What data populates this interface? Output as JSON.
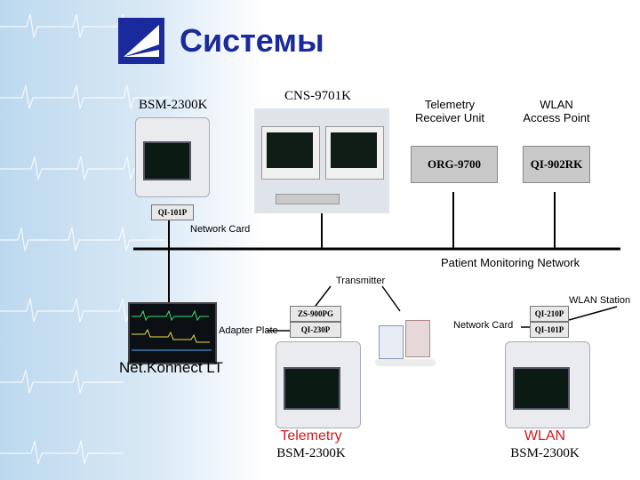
{
  "title": "Системы",
  "colors": {
    "title": "#1a2a9c",
    "red_label": "#d4181b",
    "network": "#000000"
  },
  "devices": {
    "bsm_top": "BSM-2300K",
    "cns": "CNS-9701K",
    "telemetry_receiver": "Telemetry\nReceiver Unit",
    "wlan_ap": "WLAN\nAccess Point",
    "org": "ORG-9700",
    "qi902": "QI-902RK",
    "qi101_top": "QI-101P",
    "network_card_top": "Network Card",
    "patient_network": "Patient Monitoring Network",
    "transmitter": "Transmitter",
    "wlan_station": "WLAN Station",
    "zs": "ZS-900PG",
    "qi230": "QI-230P",
    "adapter_plate": "Adapter Plate",
    "qi210": "QI-210P",
    "qi101_bottom": "QI-101P",
    "network_card_bottom": "Network Card",
    "netkonnect": "Net.Konnect LT",
    "telemetry_label": "Telemetry",
    "bsm_telemetry": "BSM-2300K",
    "wlan_label": "WLAN",
    "bsm_wlan": "BSM-2300K"
  }
}
